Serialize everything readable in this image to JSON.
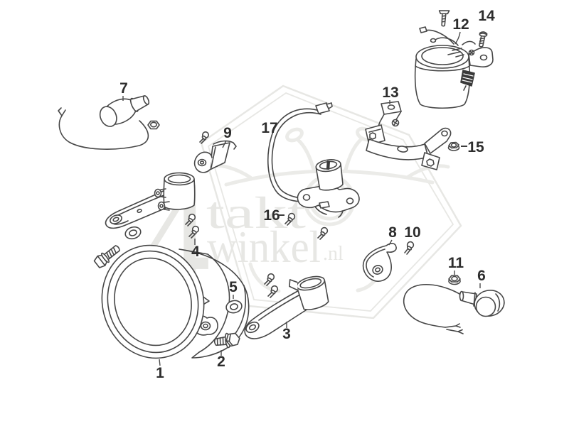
{
  "diagram": {
    "type": "exploded-parts-diagram",
    "colors": {
      "background": "#ffffff",
      "line": "#474747",
      "label": "#2d2d2d",
      "watermark": "#e7e7e4"
    },
    "parts": [
      {
        "label": "1",
        "name": "headlight-unit"
      },
      {
        "label": "2",
        "name": "hex-flange-bolt"
      },
      {
        "label": "3",
        "name": "headlight-bracket-arm-right"
      },
      {
        "label": "4",
        "name": "mounting-screws-pair"
      },
      {
        "label": "5",
        "name": "washer"
      },
      {
        "label": "6",
        "name": "pilot-light-right-with-wire"
      },
      {
        "label": "7",
        "name": "pilot-light-left-with-wire"
      },
      {
        "label": "8",
        "name": "guide-bracket"
      },
      {
        "label": "9",
        "name": "clip-bracket"
      },
      {
        "label": "10",
        "name": "screw"
      },
      {
        "label": "11",
        "name": "nut"
      },
      {
        "label": "12",
        "name": "speedometer"
      },
      {
        "label": "13",
        "name": "speedometer-bracket"
      },
      {
        "label": "14",
        "name": "screw"
      },
      {
        "label": "15",
        "name": "nut"
      },
      {
        "label": "16",
        "name": "screw"
      },
      {
        "label": "17",
        "name": "ignition-switch-with-cable"
      }
    ],
    "watermark": {
      "numeral": "4",
      "word_top": "takt",
      "word_bottom": "winkel",
      "domain_suffix": ".nl"
    }
  }
}
